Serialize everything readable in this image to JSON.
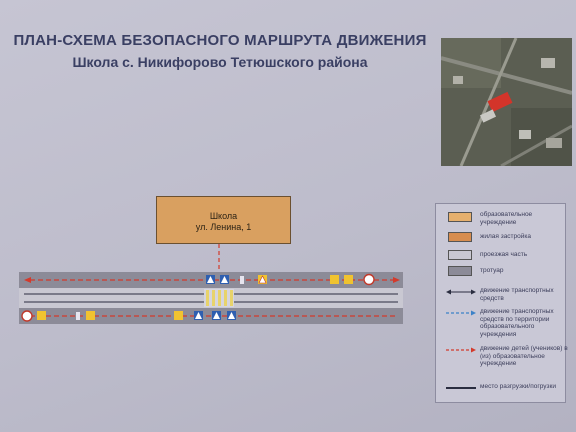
{
  "header": {
    "title": "ПЛАН-СХЕМА БЕЗОПАСНОГО МАРШРУТА ДВИЖЕНИЯ",
    "subtitle": "Школа с. Никифорово Тетюшского района"
  },
  "school": {
    "name": "Школа",
    "address": "ул. Ленина, 1"
  },
  "legend": {
    "items": [
      {
        "kind": "swatch",
        "color": "#e6b06e",
        "label": "образовательное учреждение"
      },
      {
        "kind": "swatch",
        "color": "#d78d4f",
        "label": "жилая застройка"
      },
      {
        "kind": "swatch",
        "color": "#c9c8d2",
        "label": "проезжая часть"
      },
      {
        "kind": "swatch",
        "color": "#8c8b98",
        "label": "тротуар"
      },
      {
        "kind": "arrow-dark",
        "color": "#2a2d40",
        "label": "движение транспортных средств"
      },
      {
        "kind": "arrow-blue",
        "color": "#3c82c8",
        "label": "движение транспортных средств по территории образовательного учреждения"
      },
      {
        "kind": "arrow-red",
        "color": "#d33a2c",
        "label": "движение детей (учеников) в (из) образовательное учреждение"
      },
      {
        "kind": "line-dark",
        "color": "#2a2d40",
        "label": "место разгрузки/погрузки"
      }
    ]
  },
  "colors": {
    "sidewalk": "#8c8b98",
    "roadway": "#c9c8d2",
    "school": "#d9a060",
    "child_route": "#d33a2c",
    "traffic": "#2a2d40"
  }
}
